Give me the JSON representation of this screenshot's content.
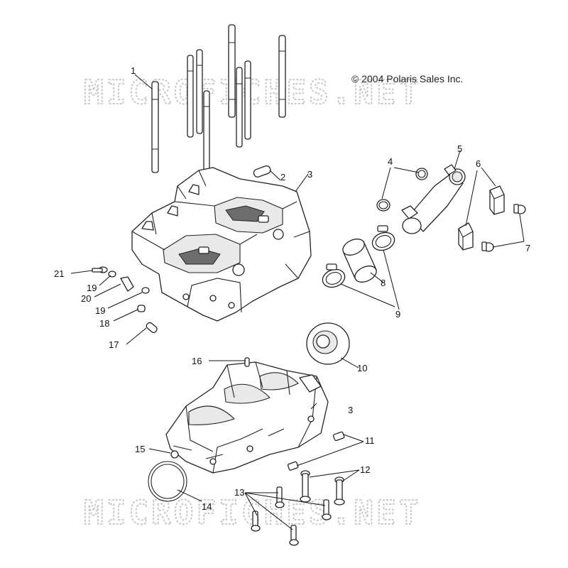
{
  "copyright": "© 2004 Polaris Sales Inc.",
  "watermark": "MICROFICHES.NET",
  "callouts": [
    "1",
    "2",
    "3",
    "3",
    "4",
    "5",
    "6",
    "7",
    "8",
    "9",
    "10",
    "11",
    "12",
    "13",
    "14",
    "15",
    "16",
    "17",
    "18",
    "19",
    "19",
    "20",
    "21"
  ]
}
